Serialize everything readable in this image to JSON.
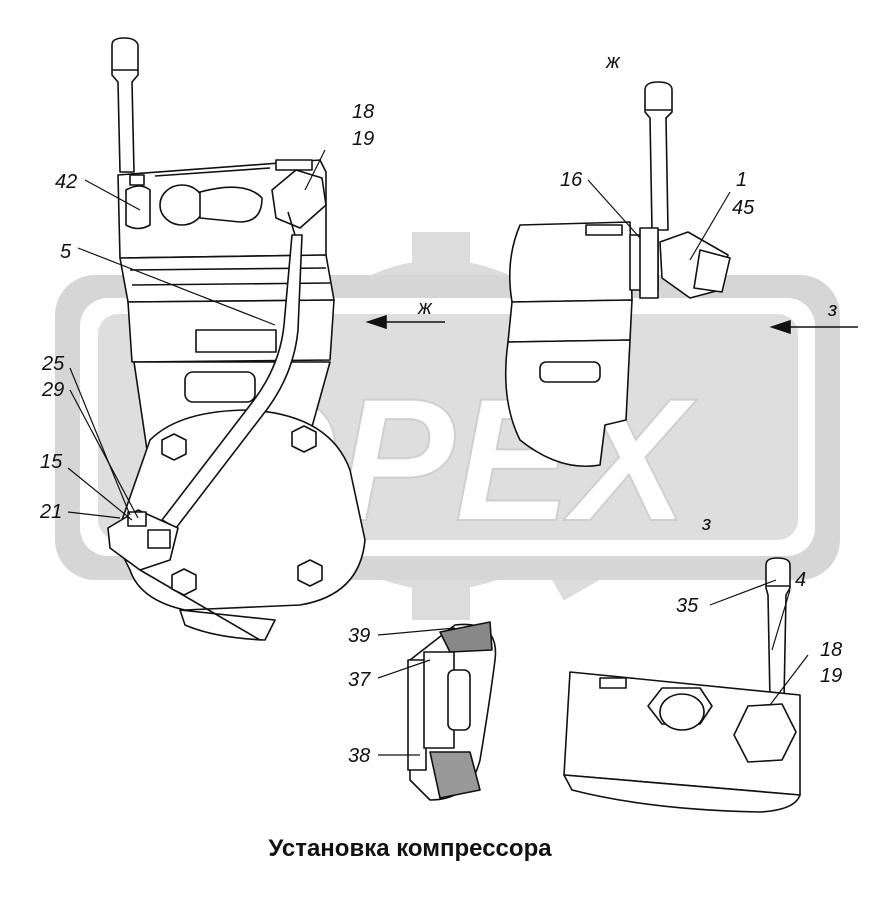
{
  "watermark": {
    "text": "OPEX"
  },
  "caption": "Установка компрессора",
  "views": {
    "view_zh": "ж",
    "view_z": "з"
  },
  "callouts": {
    "c18a": "18",
    "c19a": "19",
    "c42": "42",
    "c5": "5",
    "c25": "25",
    "c29": "29",
    "c15": "15",
    "c21": "21",
    "c16": "16",
    "c1": "1",
    "c45": "45",
    "c39": "39",
    "c37": "37",
    "c38": "38",
    "c35": "35",
    "c4": "4",
    "c18b": "18",
    "c19b": "19"
  }
}
